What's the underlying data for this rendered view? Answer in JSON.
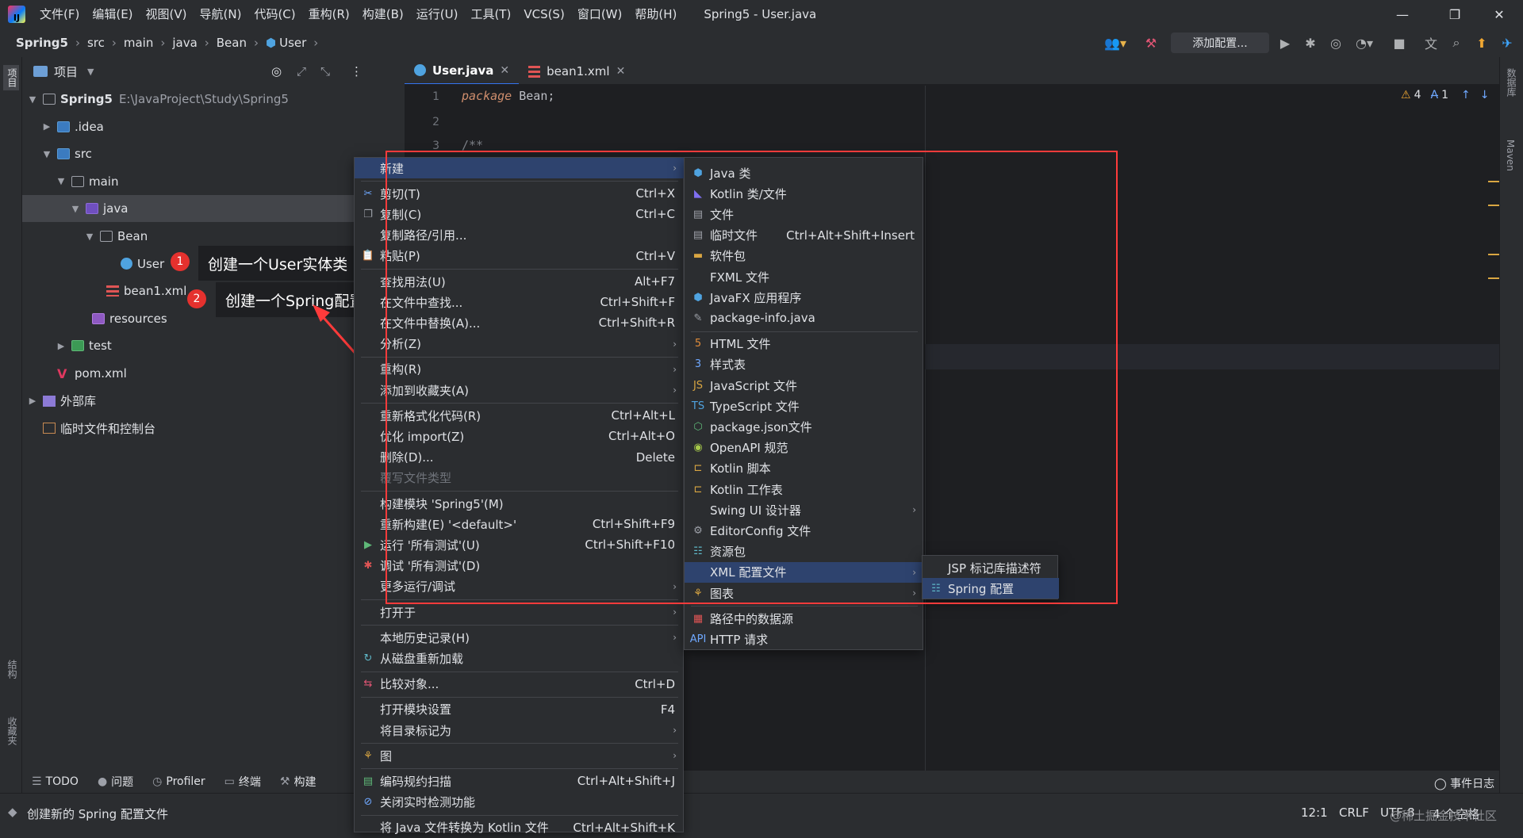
{
  "app": {
    "title": "Spring5 - User.java",
    "menu": [
      "文件(F)",
      "编辑(E)",
      "视图(V)",
      "导航(N)",
      "代码(C)",
      "重构(R)",
      "构建(B)",
      "运行(U)",
      "工具(T)",
      "VCS(S)",
      "窗口(W)",
      "帮助(H)"
    ]
  },
  "breadcrumb": [
    "Spring5",
    "src",
    "main",
    "java",
    "Bean",
    "User"
  ],
  "toolbar": {
    "add_config": "添加配置..."
  },
  "project_panel": {
    "title": "项目",
    "rows": [
      {
        "label": "Spring5",
        "extra": "E:\\JavaProject\\Study\\Spring5"
      },
      {
        "label": ".idea"
      },
      {
        "label": "src"
      },
      {
        "label": "main"
      },
      {
        "label": "java"
      },
      {
        "label": "Bean"
      },
      {
        "label": "User"
      },
      {
        "label": "bean1.xml"
      },
      {
        "label": "resources"
      },
      {
        "label": "test"
      },
      {
        "label": "pom.xml"
      },
      {
        "label": "外部库"
      },
      {
        "label": "临时文件和控制台"
      }
    ]
  },
  "tabs": [
    {
      "label": "User.java",
      "active": true
    },
    {
      "label": "bean1.xml",
      "active": false
    }
  ],
  "editor": {
    "lines": [
      "1",
      "2",
      "3"
    ],
    "code_keyword": "package",
    "code_rest": " Bean;",
    "code_comment": "/**",
    "inspections_warn": "4",
    "inspections_typo": "1"
  },
  "callouts": [
    {
      "num": "1",
      "text": "创建一个User实体类"
    },
    {
      "num": "2",
      "text": "创建一个Spring配置文件"
    }
  ],
  "context_menu": [
    {
      "label": "新建",
      "submenu": true
    },
    {
      "label": "剪切(T)",
      "shortcut": "Ctrl+X"
    },
    {
      "label": "复制(C)",
      "shortcut": "Ctrl+C"
    },
    {
      "label": "复制路径/引用..."
    },
    {
      "label": "粘贴(P)",
      "shortcut": "Ctrl+V"
    },
    {
      "label": "查找用法(U)",
      "shortcut": "Alt+F7"
    },
    {
      "label": "在文件中查找...",
      "shortcut": "Ctrl+Shift+F"
    },
    {
      "label": "在文件中替换(A)...",
      "shortcut": "Ctrl+Shift+R"
    },
    {
      "label": "分析(Z)",
      "submenu": true
    },
    {
      "label": "重构(R)",
      "submenu": true
    },
    {
      "label": "添加到收藏夹(A)",
      "submenu": true
    },
    {
      "label": "重新格式化代码(R)",
      "shortcut": "Ctrl+Alt+L"
    },
    {
      "label": "优化 import(Z)",
      "shortcut": "Ctrl+Alt+O"
    },
    {
      "label": "删除(D)...",
      "shortcut": "Delete"
    },
    {
      "label": "覆写文件类型"
    },
    {
      "label": "构建模块 'Spring5'(M)"
    },
    {
      "label": "重新构建(E) '<default>'",
      "shortcut": "Ctrl+Shift+F9"
    },
    {
      "label": "运行 '所有测试'(U)",
      "shortcut": "Ctrl+Shift+F10"
    },
    {
      "label": "调试 '所有测试'(D)"
    },
    {
      "label": "更多运行/调试",
      "submenu": true
    },
    {
      "label": "打开于",
      "submenu": true
    },
    {
      "label": "本地历史记录(H)",
      "submenu": true
    },
    {
      "label": "从磁盘重新加载"
    },
    {
      "label": "比较对象...",
      "shortcut": "Ctrl+D"
    },
    {
      "label": "打开模块设置",
      "shortcut": "F4"
    },
    {
      "label": "将目录标记为",
      "submenu": true
    },
    {
      "label": "图",
      "submenu": true
    },
    {
      "label": "编码规约扫描",
      "shortcut": "Ctrl+Alt+Shift+J"
    },
    {
      "label": "关闭实时检测功能"
    },
    {
      "label": "将 Java 文件转换为 Kotlin 文件",
      "shortcut": "Ctrl+Alt+Shift+K"
    }
  ],
  "new_submenu": [
    {
      "label": "Java 类"
    },
    {
      "label": "Kotlin 类/文件"
    },
    {
      "label": "文件"
    },
    {
      "label": "临时文件",
      "shortcut": "Ctrl+Alt+Shift+Insert"
    },
    {
      "label": "软件包"
    },
    {
      "label": "FXML 文件"
    },
    {
      "label": "JavaFX 应用程序"
    },
    {
      "label": "package-info.java"
    },
    {
      "label": "HTML 文件"
    },
    {
      "label": "样式表"
    },
    {
      "label": "JavaScript 文件"
    },
    {
      "label": "TypeScript 文件"
    },
    {
      "label": "package.json文件"
    },
    {
      "label": "OpenAPI 规范"
    },
    {
      "label": "Kotlin 脚本"
    },
    {
      "label": "Kotlin 工作表"
    },
    {
      "label": "Swing UI 设计器"
    },
    {
      "label": "EditorConfig 文件"
    },
    {
      "label": "资源包"
    },
    {
      "label": "XML 配置文件"
    },
    {
      "label": "图表"
    },
    {
      "label": "路径中的数据源"
    },
    {
      "label": "HTTP 请求"
    }
  ],
  "xml_submenu": [
    {
      "label": "JSP 标记库描述符"
    },
    {
      "label": "Spring 配置"
    }
  ],
  "left_strip": {
    "project": "项目",
    "structure": "结构",
    "favorites": "收藏夹"
  },
  "right_strip": {
    "database": "数据库",
    "maven": "Maven"
  },
  "bottom_tools": [
    "TODO",
    "问题",
    "Profiler",
    "终端",
    "构建"
  ],
  "event_log": "事件日志",
  "status": {
    "message": "创建新的 Spring 配置文件",
    "position": "12:1",
    "line_sep": "CRLF",
    "encoding": "UTF-8",
    "indent": "4 个空格",
    "watermark": "@稀土掘金技术社区"
  },
  "colors": {
    "accent": "#3574f0",
    "highlight": "#2e436e",
    "annotation_red": "#ff3b3b"
  }
}
